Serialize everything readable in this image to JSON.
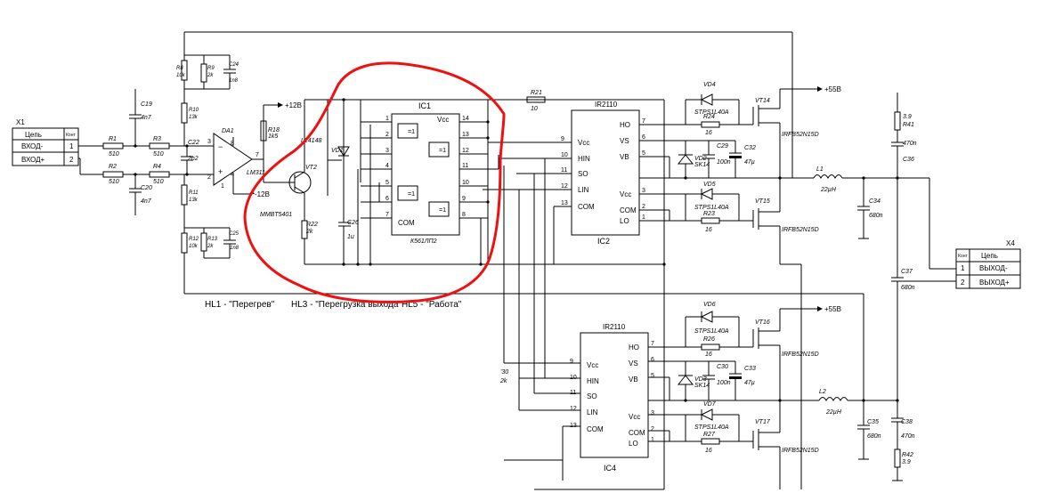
{
  "connectors": {
    "x1": {
      "ref": "X1",
      "head": [
        "Цепь",
        "Конт"
      ],
      "rows": [
        [
          "ВХОД-",
          "1"
        ],
        [
          "ВХОД+",
          "2"
        ]
      ]
    },
    "x4": {
      "ref": "X4",
      "head": [
        "Конт",
        "Цепь"
      ],
      "rows": [
        [
          "1",
          "ВЫХОД-"
        ],
        [
          "2",
          "ВЫХОД+"
        ]
      ]
    }
  },
  "resistors": {
    "r1": {
      "ref": "R1",
      "val": "510"
    },
    "r2": {
      "ref": "R2",
      "val": "510"
    },
    "r3": {
      "ref": "R3",
      "val": "510"
    },
    "r4": {
      "ref": "R4",
      "val": "510"
    },
    "r8": {
      "ref": "R8",
      "val": "10k"
    },
    "r9": {
      "ref": "R9",
      "val": "2k"
    },
    "r10": {
      "ref": "R10",
      "val": "13k"
    },
    "r11": {
      "ref": "R11",
      "val": "13k"
    },
    "r12": {
      "ref": "R12",
      "val": "10k"
    },
    "r13": {
      "ref": "R13",
      "val": "2k"
    },
    "r18": {
      "ref": "R18",
      "val": "1k5"
    },
    "r22": {
      "ref": "R22",
      "val": "2k"
    },
    "r21": {
      "ref": "R21",
      "val": "10"
    },
    "r24": {
      "ref": "R24",
      "val": "16"
    },
    "r23": {
      "ref": "R23",
      "val": "16"
    },
    "r26": {
      "ref": "R26",
      "val": "16"
    },
    "r27": {
      "ref": "R27",
      "val": "16"
    },
    "r41": {
      "ref": "R41",
      "val": "3.9"
    },
    "r42": {
      "ref": "R42",
      "val": "3.9"
    },
    "r30": {
      "ref": "'30",
      "val": "2k"
    }
  },
  "capacitors": {
    "c19": {
      "ref": "C19",
      "val": "4n7"
    },
    "c20": {
      "ref": "C20",
      "val": "4n7"
    },
    "c22": {
      "ref": "C22",
      "val": "2n2"
    },
    "c24": {
      "ref": "C24",
      "val": "1n8"
    },
    "c25": {
      "ref": "C25",
      "val": "1n8"
    },
    "c26": {
      "ref": "C26",
      "val": "1u"
    },
    "c29": {
      "ref": "C29",
      "val": "100n"
    },
    "c32": {
      "ref": "C32",
      "val": "47µ"
    },
    "c30": {
      "ref": "C30",
      "val": "100n"
    },
    "c33": {
      "ref": "C33",
      "val": "47µ"
    },
    "c34": {
      "ref": "C34",
      "val": "680n"
    },
    "c35": {
      "ref": "C35",
      "val": "680n"
    },
    "c36": {
      "ref": "C36",
      "val": "470n"
    },
    "c37": {
      "ref": "C37",
      "val": "680n"
    },
    "c38": {
      "ref": "C38",
      "val": "470n"
    }
  },
  "semis": {
    "da1": {
      "ref": "DA1",
      "val": "LM311"
    },
    "vt2": {
      "ref": "VT2",
      "val": "MMBT5401"
    },
    "vd1": {
      "ref": "VD1",
      "val": "LL4148"
    },
    "vd4": {
      "ref": "VD4",
      "val": "STPS1L40A"
    },
    "vd5": {
      "ref": "VD5",
      "val": "STPS1L40A"
    },
    "vd6": {
      "ref": "VD6",
      "val": "STPS1L40A"
    },
    "vd7": {
      "ref": "VD7",
      "val": "STPS1L40A"
    },
    "vd2": {
      "ref": "VD2",
      "val": "SK14"
    },
    "vd3": {
      "ref": "VD3",
      "val": "SK14"
    },
    "vt14": {
      "ref": "VT14",
      "val": "IRFB52N15D"
    },
    "vt15": {
      "ref": "VT15",
      "val": "IRFB52N15D"
    },
    "vt16": {
      "ref": "VT16",
      "val": "IRFB52N15D"
    },
    "vt17": {
      "ref": "VT17",
      "val": "IRFB52N15D"
    },
    "l1": {
      "ref": "L1",
      "val": "22µH"
    },
    "l2": {
      "ref": "L2",
      "val": "22µH"
    }
  },
  "ic1": {
    "ref": "IC1",
    "part": "К561ЛП2",
    "vcc": "Vcc",
    "com": "COM",
    "gate": "=1",
    "pins_left": [
      "1",
      "2",
      "3",
      "4",
      "5",
      "6",
      "7"
    ],
    "pins_right": [
      "14",
      "13",
      "12",
      "11",
      "10",
      "9",
      "8"
    ]
  },
  "ic2": {
    "ref": "IC2",
    "part": "IR2110",
    "left": [
      [
        "Vcc",
        "9"
      ],
      [
        "HIN",
        "10"
      ],
      [
        "SO",
        "11"
      ],
      [
        "LIN",
        "12"
      ],
      [
        "COM",
        "13"
      ]
    ],
    "right": [
      [
        "HO",
        "7"
      ],
      [
        "VS",
        "6"
      ],
      [
        "VB",
        "5"
      ],
      [
        "Vcc",
        "3"
      ],
      [
        "COM",
        "2"
      ],
      [
        "LO",
        "1"
      ]
    ]
  },
  "ic4": {
    "ref": "IC4",
    "part": "IR2110",
    "left": [
      [
        "Vcc",
        "9"
      ],
      [
        "HIN",
        "10"
      ],
      [
        "SO",
        "11"
      ],
      [
        "LIN",
        "12"
      ],
      [
        "COM",
        "13"
      ]
    ],
    "right": [
      [
        "HO",
        "7"
      ],
      [
        "VS",
        "6"
      ],
      [
        "VB",
        "5"
      ],
      [
        "Vcc",
        "3"
      ],
      [
        "COM",
        "2"
      ],
      [
        "LO",
        "1"
      ]
    ]
  },
  "power": {
    "p12": "+12В",
    "m12": "-12В",
    "p55a": "+55В",
    "p55b": "+55В"
  },
  "legend": {
    "hl1": "HL1 - \"Перегрев\"",
    "hl3": "HL3 - \"Перегрузка выхода\"",
    "hl5": "HL5 - \"Работа\""
  },
  "pins": {
    "da1_3": "3",
    "da1_2": "2",
    "da1_8": "8",
    "da1_4": "4",
    "da1_7": "7",
    "da1_1": "1"
  },
  "colors": {
    "wire": "#000000",
    "annotation": "#e11111"
  }
}
